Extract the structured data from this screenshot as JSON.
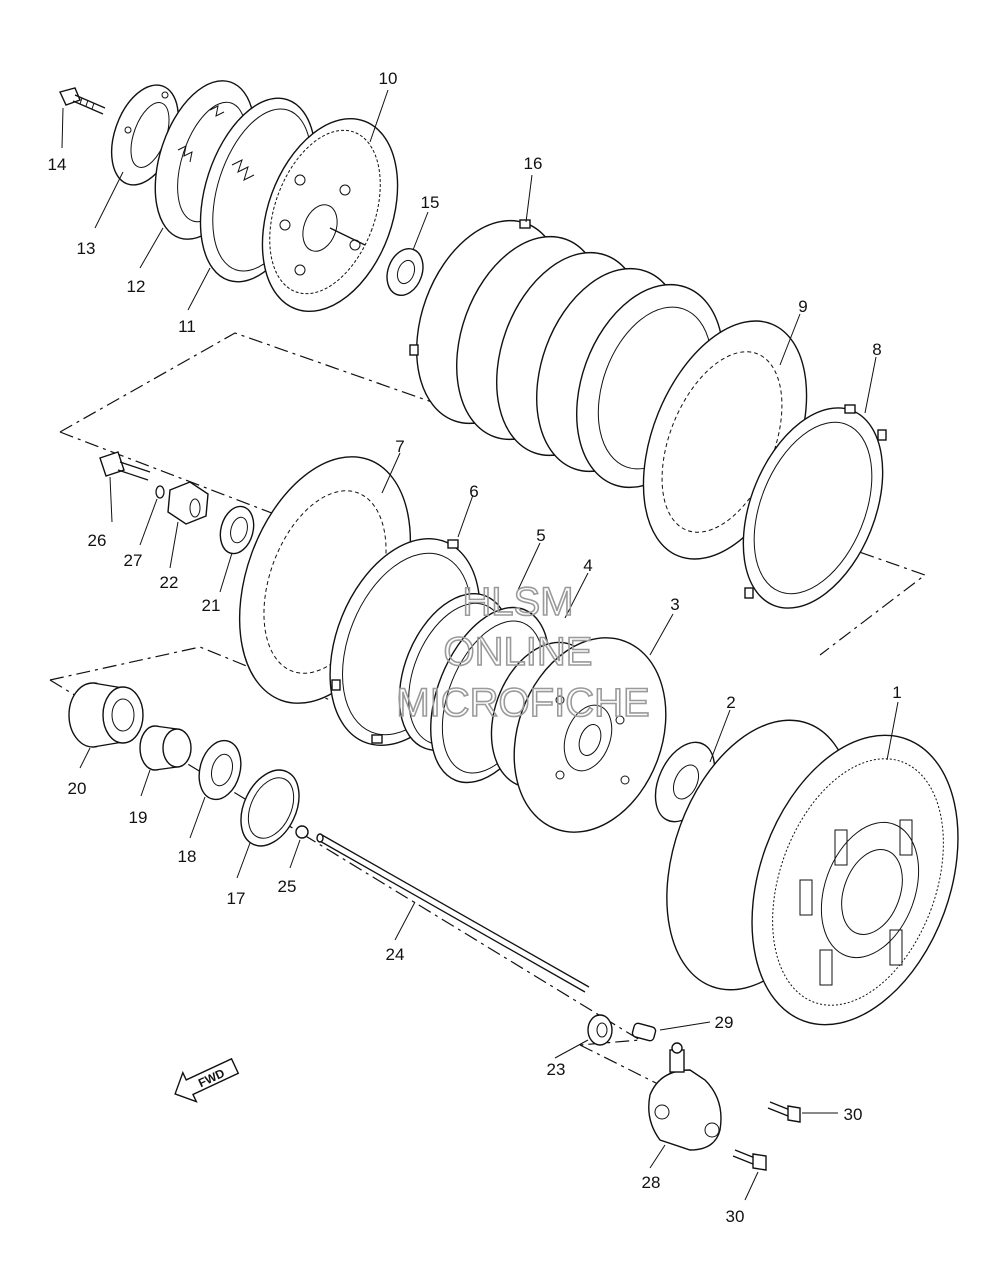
{
  "watermark": {
    "line1": "HLSM",
    "line2": "ONLINE",
    "line3": "MICROFICHE"
  },
  "direction_badge": "FWD",
  "parts": [
    {
      "id": "p1",
      "label": "1",
      "name": "primary-driven-gear-housing"
    },
    {
      "id": "p2",
      "label": "2",
      "name": "thrust-washer"
    },
    {
      "id": "p3",
      "label": "3",
      "name": "clutch-boss"
    },
    {
      "id": "p4",
      "label": "4",
      "name": "spring-seat"
    },
    {
      "id": "p5",
      "label": "5",
      "name": "judder-spring"
    },
    {
      "id": "p6",
      "label": "6",
      "name": "friction-plate-inner"
    },
    {
      "id": "p7",
      "label": "7",
      "name": "clutch-plate-inner"
    },
    {
      "id": "p8",
      "label": "8",
      "name": "friction-plate"
    },
    {
      "id": "p9",
      "label": "9",
      "name": "clutch-plate"
    },
    {
      "id": "p10",
      "label": "10",
      "name": "pressure-plate"
    },
    {
      "id": "p11",
      "label": "11",
      "name": "diaphragm-spring"
    },
    {
      "id": "p12",
      "label": "12",
      "name": "spring-seat-plate"
    },
    {
      "id": "p13",
      "label": "13",
      "name": "spring-retainer"
    },
    {
      "id": "p14",
      "label": "14",
      "name": "bolt"
    },
    {
      "id": "p15",
      "label": "15",
      "name": "bearing"
    },
    {
      "id": "p16",
      "label": "16",
      "name": "friction-plate-stack"
    },
    {
      "id": "p17",
      "label": "17",
      "name": "washer"
    },
    {
      "id": "p18",
      "label": "18",
      "name": "bearing-small"
    },
    {
      "id": "p19",
      "label": "19",
      "name": "spacer"
    },
    {
      "id": "p20",
      "label": "20",
      "name": "bushing"
    },
    {
      "id": "p21",
      "label": "21",
      "name": "lock-washer"
    },
    {
      "id": "p22",
      "label": "22",
      "name": "nut"
    },
    {
      "id": "p23",
      "label": "23",
      "name": "oil-seal"
    },
    {
      "id": "p24",
      "label": "24",
      "name": "push-rod"
    },
    {
      "id": "p25",
      "label": "25",
      "name": "ball"
    },
    {
      "id": "p26",
      "label": "26",
      "name": "bolt-flange"
    },
    {
      "id": "p27",
      "label": "27",
      "name": "o-ring"
    },
    {
      "id": "p28",
      "label": "28",
      "name": "release-cylinder"
    },
    {
      "id": "p29",
      "label": "29",
      "name": "dowel-pin"
    },
    {
      "id": "p30a",
      "label": "30",
      "name": "cylinder-bolt-upper"
    },
    {
      "id": "p30b",
      "label": "30",
      "name": "cylinder-bolt-lower"
    }
  ]
}
